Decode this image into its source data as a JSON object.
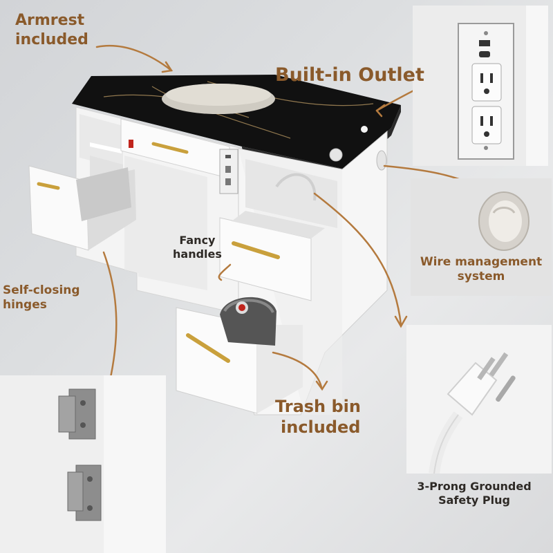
{
  "callouts": {
    "armrest": [
      "Armrest",
      "included"
    ],
    "outlet": "Built-in Outlet",
    "wire": [
      "Wire management",
      "system"
    ],
    "handles": [
      "Fancy",
      "handles"
    ],
    "hinges": [
      "Self-closing",
      "hinges"
    ],
    "trash": [
      "Trash bin",
      "included"
    ],
    "plug": [
      "3-Prong Grounded",
      "Safety Plug"
    ]
  },
  "colors": {
    "accent_brown": "#b47a3e",
    "label_dark": "#2e2a26",
    "gold_handle": "#c9a03c",
    "countertop": "#141414",
    "cabinet_white": "#f7f7f7"
  },
  "icons": [
    "arrow-icon",
    "outlet-icon",
    "usb-port-icon",
    "grommet-icon",
    "plug-icon",
    "hinge-icon",
    "trash-bin-icon"
  ]
}
